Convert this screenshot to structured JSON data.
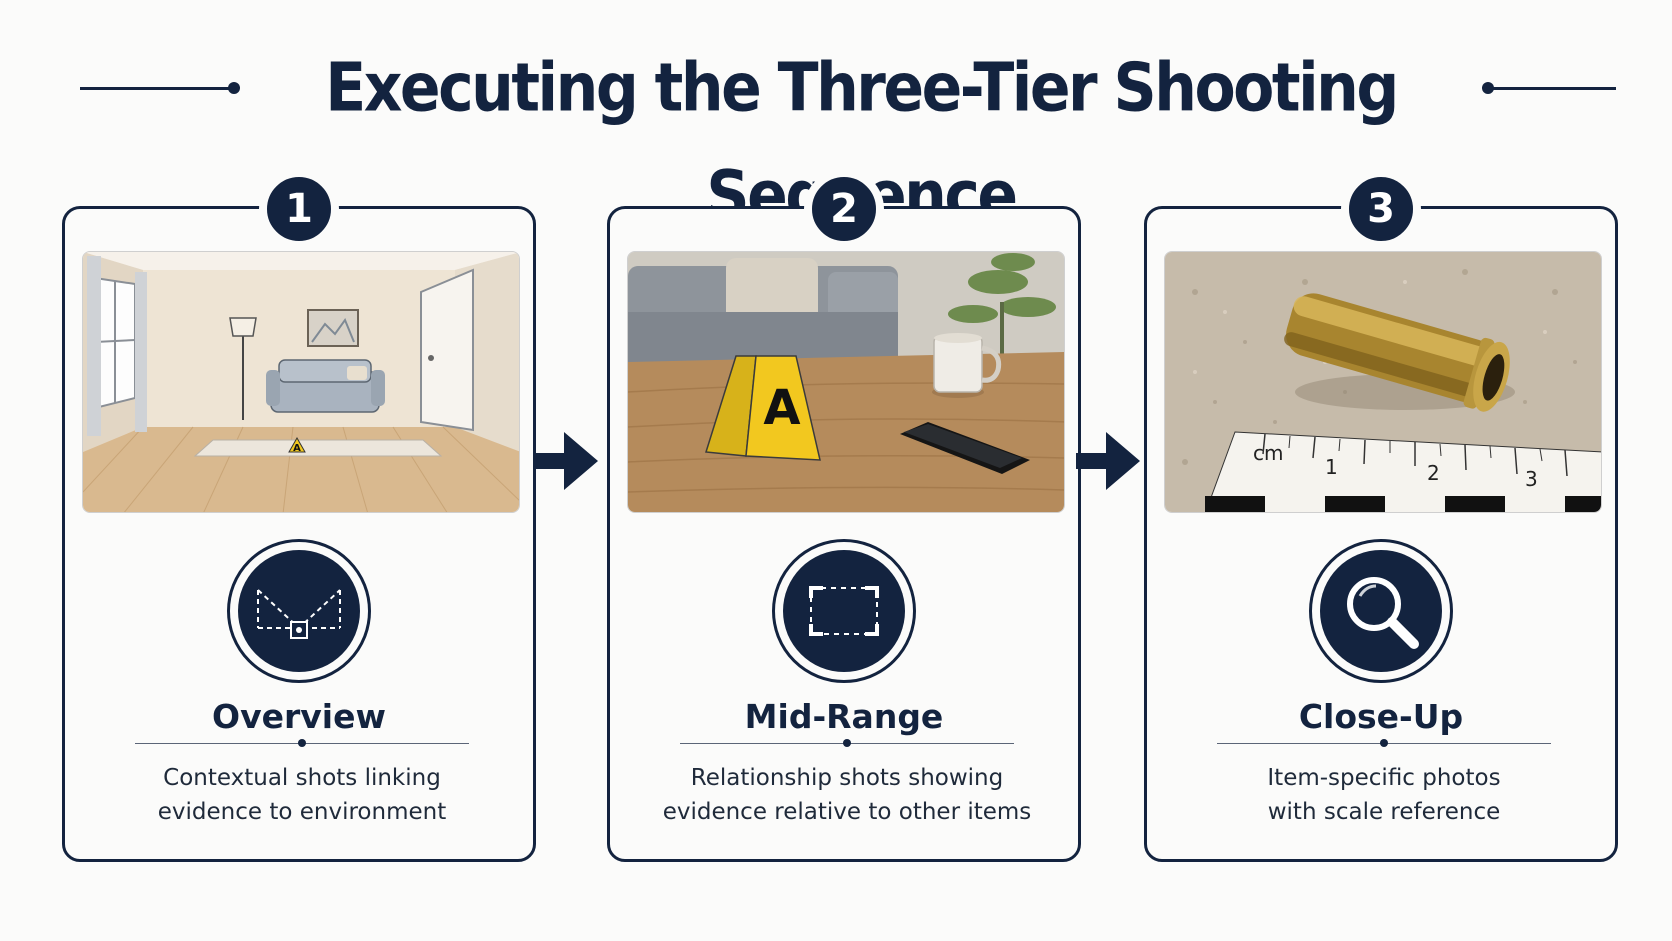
{
  "title": "Executing the Three-Tier Shooting Sequence",
  "colors": {
    "navy": "#13233f",
    "background": "#fbfbfa",
    "marker_yellow": "#f2c81f"
  },
  "steps": [
    {
      "number": "1",
      "title": "Overview",
      "description_line1": "Contextual shots linking",
      "description_line2": "evidence to environment",
      "icon": "camera-field-of-view-icon",
      "marker_letter": "A"
    },
    {
      "number": "2",
      "title": "Mid-Range",
      "description_line1": "Relationship shots showing",
      "description_line2": "evidence relative to other items",
      "icon": "frame-corners-icon",
      "marker_letter": "A"
    },
    {
      "number": "3",
      "title": "Close-Up",
      "description_line1": "Item-specific photos",
      "description_line2": "with scale reference",
      "icon": "magnifier-icon",
      "ruler_unit": "cm",
      "ruler_labels": [
        "1",
        "2",
        "3"
      ]
    }
  ]
}
